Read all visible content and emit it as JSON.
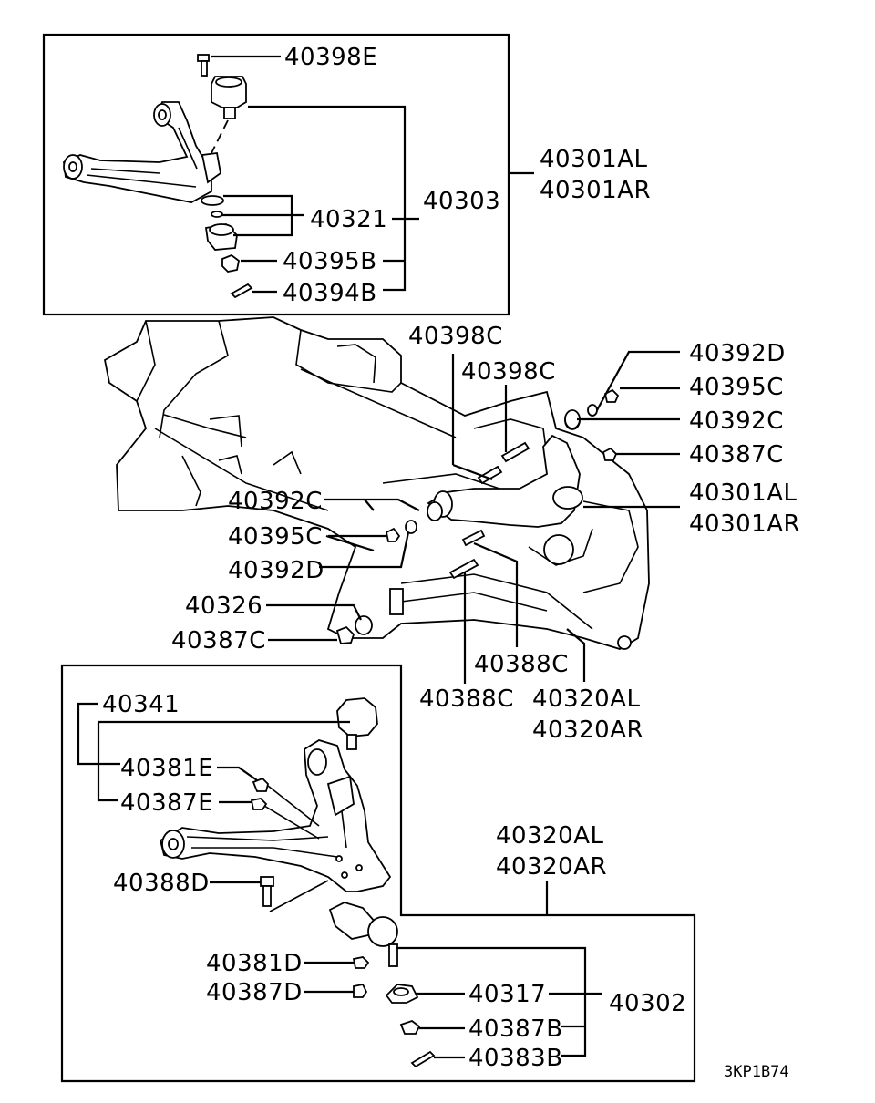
{
  "diagram_code": "3KP1B74",
  "upper_box": {
    "labels": {
      "b40398E": "40398E",
      "b40321": "40321",
      "b40303": "40303",
      "b40395B": "40395B",
      "b40394B": "40394B"
    },
    "assembly": [
      "40301AL",
      "40301AR"
    ]
  },
  "middle": {
    "labels": {
      "m40398C_a": "40398C",
      "m40398C_b": "40398C",
      "m40392D_r": "40392D",
      "m40395C_r": "40395C",
      "m40392C_r": "40392C",
      "m40387C_r": "40387C",
      "m40301AL": "40301AL",
      "m40301AR": "40301AR",
      "m40392C_l": "40392C",
      "m40395C_l": "40395C",
      "m40392D_l": "40392D",
      "m40326": "40326",
      "m40387C_l": "40387C",
      "m40388C_a": "40388C",
      "m40388C_b": "40388C",
      "m40320AL": "40320AL",
      "m40320AR": "40320AR"
    }
  },
  "lower_box": {
    "labels": {
      "l40341": "40341",
      "l40381E": "40381E",
      "l40387E": "40387E",
      "l40388D": "40388D",
      "l40381D": "40381D",
      "l40387D": "40387D",
      "l40317": "40317",
      "l40387B": "40387B",
      "l40383B": "40383B",
      "l40302": "40302"
    },
    "assembly": [
      "40320AL",
      "40320AR"
    ]
  }
}
